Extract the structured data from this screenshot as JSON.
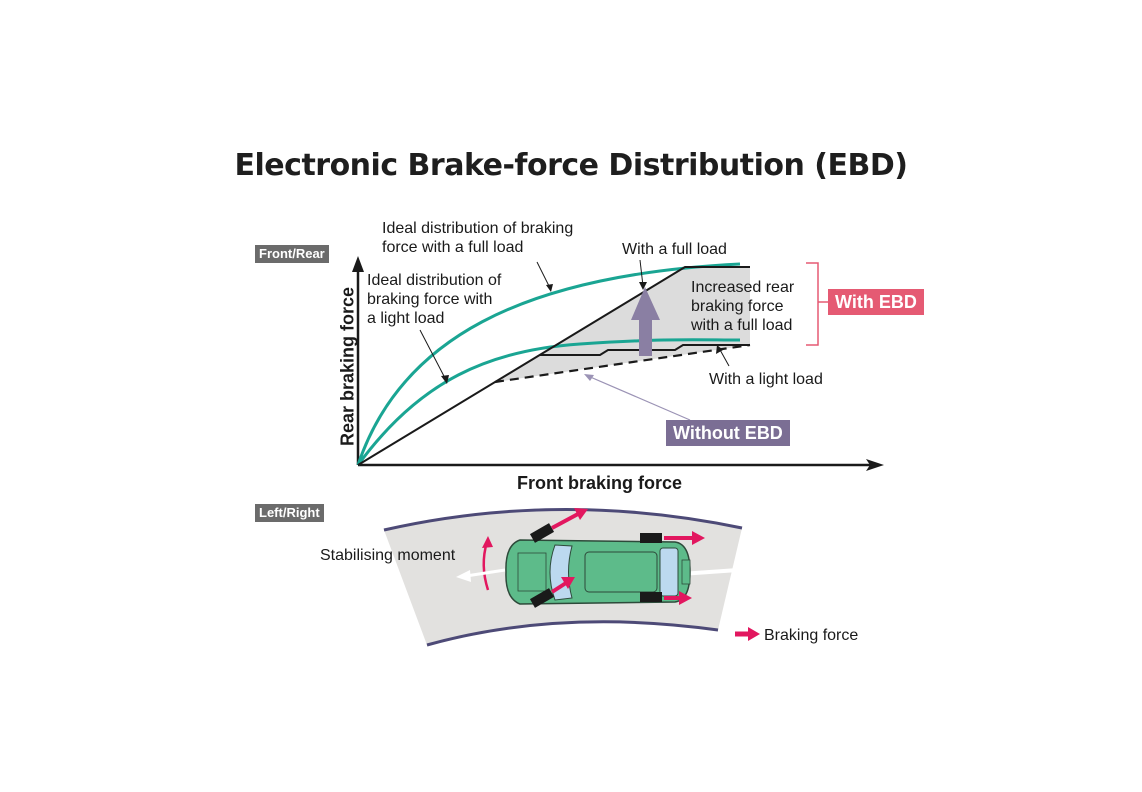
{
  "title": "Electronic Brake-force Distribution (EBD)",
  "section_tags": {
    "front_rear": "Front/Rear",
    "left_right": "Left/Right"
  },
  "graph": {
    "y_axis_label": "Rear braking force",
    "x_axis_label": "Front braking force",
    "annotations": {
      "ideal_full_load": [
        "Ideal distribution of braking",
        "force with a full load"
      ],
      "ideal_light_load": [
        "Ideal distribution of",
        "braking force with",
        "a light load"
      ],
      "with_full_load": "With a full load",
      "increased_rear": [
        "Increased rear",
        "braking force",
        "with a full load"
      ],
      "with_light_load": "With a light load",
      "with_ebd": "With EBD",
      "without_ebd": "Without EBD"
    },
    "colors": {
      "ideal_curve": "#1aa593",
      "with_ebd": "#e55a73",
      "without_ebd": "#7b6e94",
      "shaded_region": "#dcdcdc",
      "arrow": "#8a7fa3"
    }
  },
  "vehicle_panel": {
    "stabilising_moment": "Stabilising moment",
    "legend_braking_force": "Braking force",
    "colors": {
      "car_body": "#5dbb8a",
      "braking_arrow": "#e2175f",
      "road": "#e2e1df",
      "road_edge": "#4d4a77"
    }
  }
}
